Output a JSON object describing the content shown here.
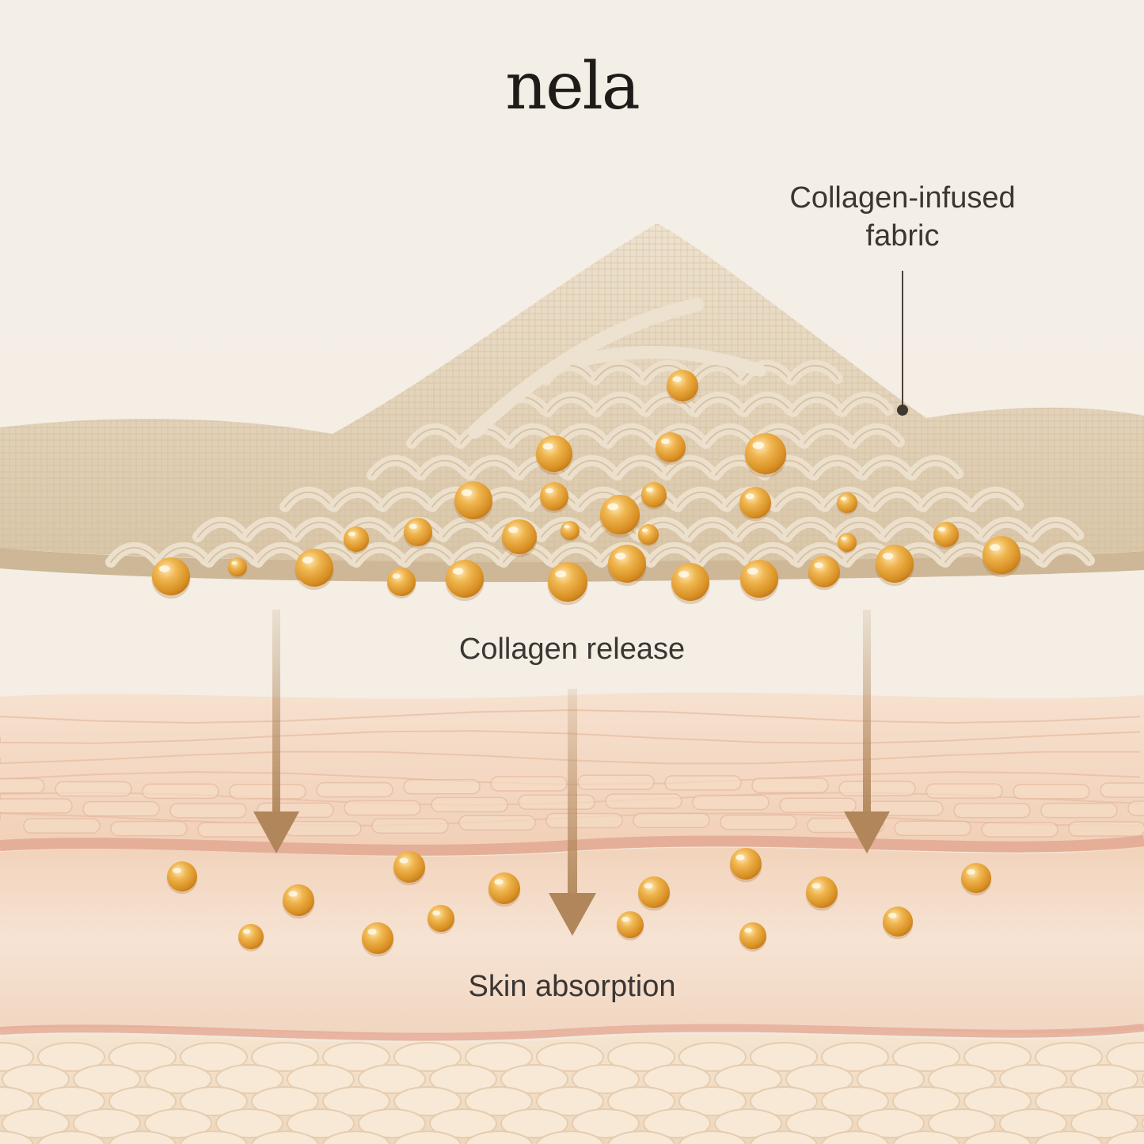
{
  "brand": {
    "name": "nela"
  },
  "labels": {
    "fabric": [
      "Collagen-infused",
      "fabric"
    ],
    "release": "Collagen release",
    "absorption": "Skin absorption"
  },
  "colors": {
    "background": "#f4efe6",
    "fabric": "#e6d6bd",
    "collagen": "#e3a23a",
    "arrow": "#b48d64",
    "skin": "#f3d2b8",
    "dermis_line": "#e3a892",
    "text": "#3b3632"
  }
}
